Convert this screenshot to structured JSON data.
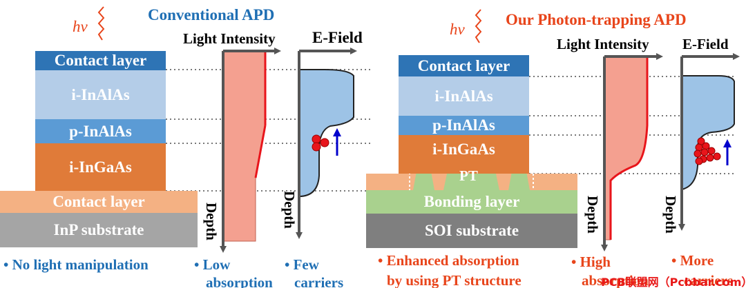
{
  "left": {
    "title": "Conventional APD",
    "hv": "hv",
    "axis_intensity": "Light Intensity",
    "axis_efield": "E-Field",
    "depth1": "Depth",
    "depth2": "Depth",
    "layers": {
      "contact_top": "Contact layer",
      "i_inalas": "i-InAlAs",
      "p_inalas": "p-InAlAs",
      "i_ingaas": "i-InGaAs",
      "contact_bottom": "Contact layer",
      "substrate": "InP substrate"
    },
    "bullets": {
      "b1": "• No light manipulation",
      "b2_line1": "• Low",
      "b2_line2": "absorption",
      "b3_line1": "• Few",
      "b3_line2": "carriers"
    }
  },
  "right": {
    "title": "Our Photon-trapping APD",
    "hv": "hv",
    "axis_intensity": "Light Intensity",
    "axis_efield": "E-Field",
    "depth1": "Depth",
    "depth2": "Depth",
    "layers": {
      "contact_top": "Contact layer",
      "i_inalas": "i-InAlAs",
      "p_inalas": "p-InAlAs",
      "i_ingaas": "i-InGaAs",
      "pt": "PT",
      "bonding": "Bonding layer",
      "substrate": "SOI substrate"
    },
    "bullets": {
      "b1_line1": "• Enhanced absorption",
      "b1_line2": "by using PT structure",
      "b2_line1": "• High",
      "b2_line2": "absorption",
      "b3_line1": "• More",
      "b3_line2": "carriers"
    }
  },
  "watermark": "PCB联盟网（Pcbbar.com）",
  "colors": {
    "contact_top": "#2e74b5",
    "i_inalas": "#b4cde8",
    "p_inalas": "#5b9bd5",
    "i_ingaas": "#e07b39",
    "contact_bottom": "#f4b183",
    "substrate_left": "#a5a5a5",
    "bonding": "#a9d18e",
    "substrate_right": "#7f7f7f",
    "intensity_fill": "#f4a090",
    "efield_fill": "#9dc3e6",
    "carrier": "#e8151b",
    "title_blue": "#1f6fb4",
    "title_red": "#e8451b"
  }
}
